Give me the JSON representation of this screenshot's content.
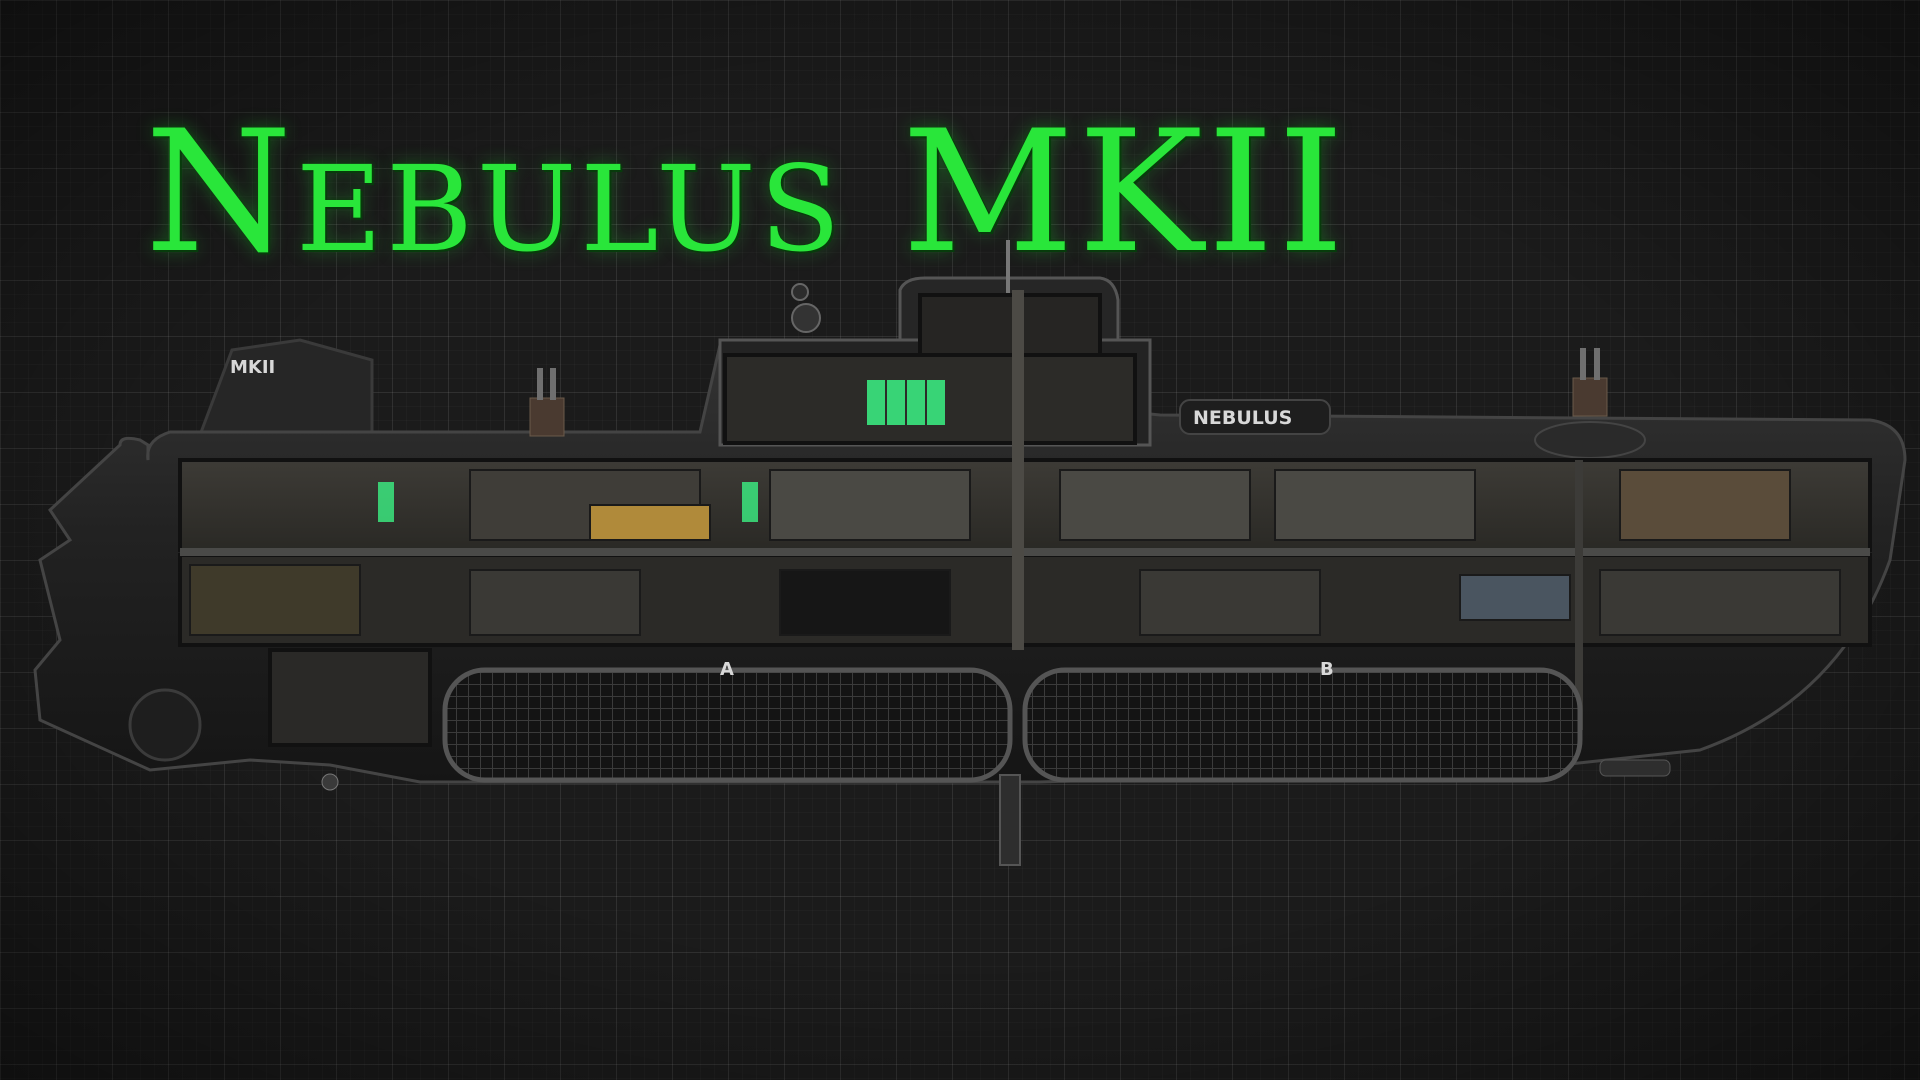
{
  "title": "Nebulus MKII",
  "labels": {
    "hull_tail_mark": "MKII",
    "hull_name_plate": "NEBULUS",
    "hatch_a": "A",
    "hatch_b": "B"
  },
  "colors": {
    "title": "#29e63a",
    "background": "#1b1b1b",
    "hull": "#2a2a2a",
    "terminal": "#3cff8a"
  }
}
